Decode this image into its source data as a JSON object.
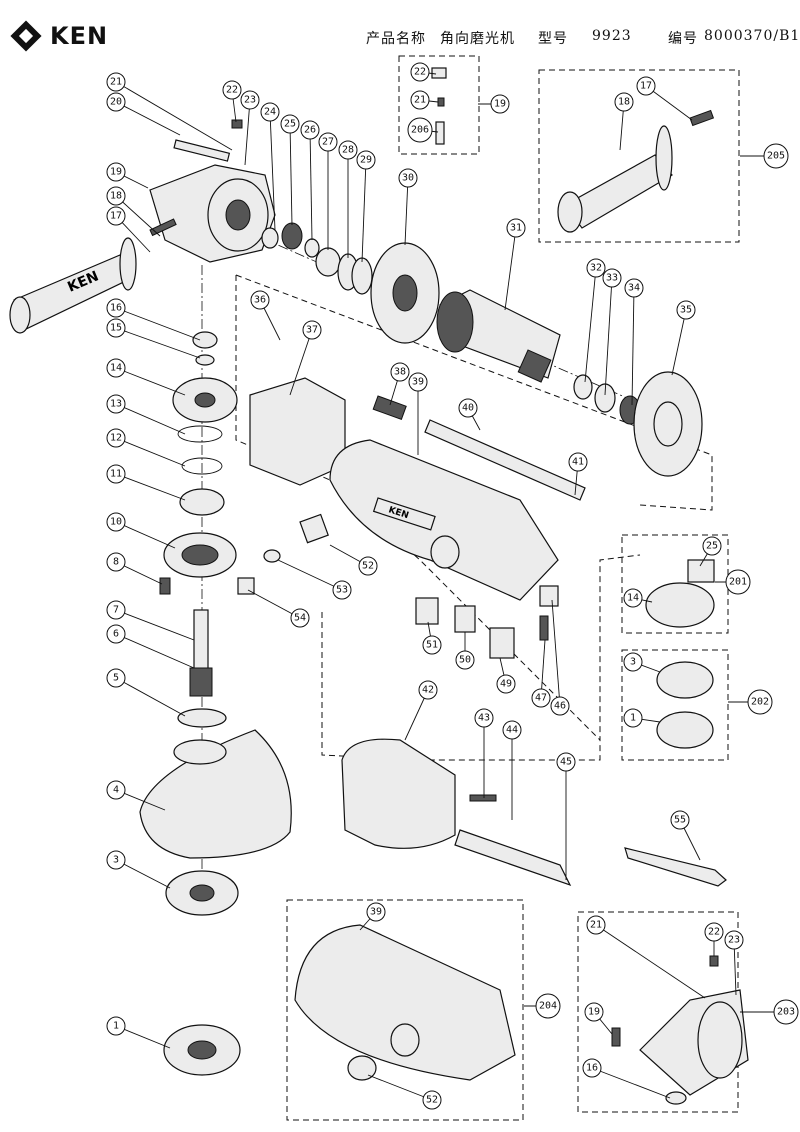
{
  "header": {
    "brand": "KEN",
    "product_name_label": "产品名称",
    "product_name": "角向磨光机",
    "model_label": "型号",
    "model": "9923",
    "code_label": "编号",
    "code": "8000370/B1"
  },
  "callouts": [
    "21",
    "20",
    "22",
    "23",
    "24",
    "25",
    "26",
    "27",
    "28",
    "29",
    "30",
    "19",
    "18",
    "17",
    "16",
    "15",
    "14",
    "13",
    "12",
    "11",
    "10",
    "8",
    "7",
    "6",
    "5",
    "4",
    "3",
    "1",
    "36",
    "37",
    "38",
    "39",
    "40",
    "41",
    "31",
    "32",
    "33",
    "34",
    "35",
    "52",
    "53",
    "54",
    "51",
    "50",
    "49",
    "47",
    "46",
    "42",
    "43",
    "44",
    "45",
    "55",
    "22",
    "21",
    "206",
    "19",
    "18",
    "17",
    "205",
    "25",
    "201",
    "14",
    "3",
    "202",
    "1",
    "39",
    "204",
    "52",
    "21",
    "22",
    "23",
    "19",
    "203",
    "16"
  ],
  "handle_text": "KEN",
  "housing_text": "KEN"
}
